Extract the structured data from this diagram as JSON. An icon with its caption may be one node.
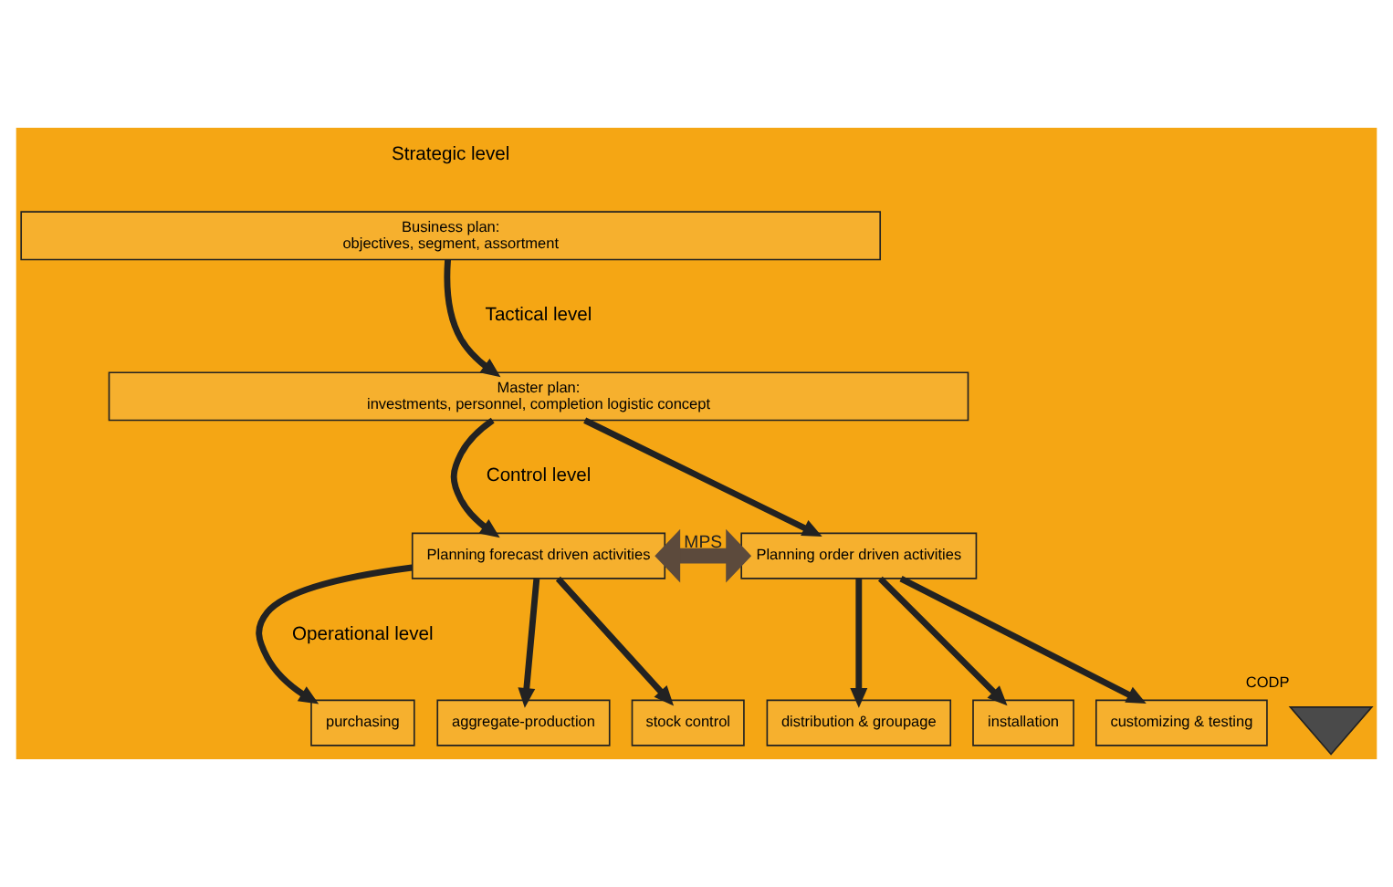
{
  "diagram": {
    "nodes": [
      {
        "text": [
          "Business plan:",
          "objectives, segment, assortment"
        ]
      },
      {
        "text": [
          "Master plan:",
          "investments, personnel, completion logistic concept"
        ]
      },
      {
        "text": [
          "Planning forecast driven activities"
        ]
      },
      {
        "text": [
          "Planning order driven activities"
        ]
      },
      {
        "text": [
          "purchasing"
        ]
      },
      {
        "text": [
          "aggregate-production"
        ]
      },
      {
        "text": [
          "stock control"
        ]
      },
      {
        "text": [],
        "shape": "triangle",
        "beside": [
          "CODP"
        ]
      },
      {
        "text": [
          "customizing & testing"
        ]
      },
      {
        "text": [
          "distribution & groupage"
        ]
      },
      {
        "text": [
          "installation"
        ]
      }
    ],
    "edges": [
      {
        "from": 0,
        "to": 1,
        "arrow": "to"
      },
      {
        "from": 1,
        "to": 2,
        "arrow": "to"
      },
      {
        "from": 1,
        "to": 3,
        "arrow": "to"
      },
      {
        "from": 2,
        "to": 3,
        "arrow": "both",
        "label": "MPS",
        "style": "thick",
        "color": "#5c4a3c"
      },
      {
        "from": 2,
        "to": 4,
        "arrow": "to"
      },
      {
        "from": 2,
        "to": 5,
        "arrow": "to"
      },
      {
        "from": 2,
        "to": 6,
        "arrow": "to"
      },
      {
        "from": 3,
        "to": 8,
        "arrow": "to"
      },
      {
        "from": 3,
        "to": 9,
        "arrow": "to"
      },
      {
        "from": 3,
        "to": 10,
        "arrow": "to"
      }
    ],
    "labels": [
      "Strategic level",
      "Tactical level",
      "Control level",
      "Operational level"
    ]
  }
}
